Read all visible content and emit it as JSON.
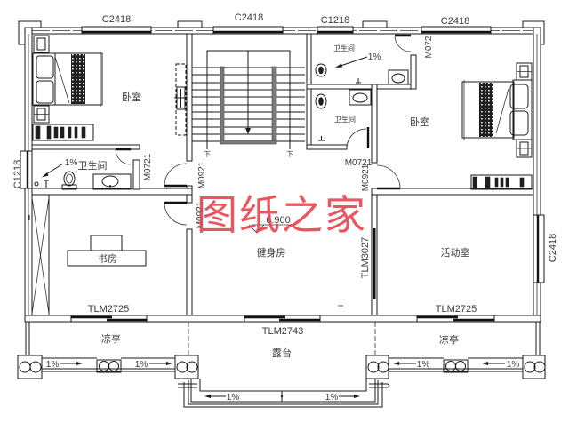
{
  "watermark": {
    "text": "图纸之家"
  },
  "windows": {
    "top_1": "C2418",
    "top_2": "C2418",
    "top_3": "C1218",
    "top_4": "C2418",
    "left": "C1218",
    "right": "C2418"
  },
  "doors": {
    "bath_left": "M0721",
    "bedroom_left": "M0921",
    "study": "M0921",
    "bath_upper": "M072",
    "bath_lower": "M0721",
    "bedroom_right": "M0921",
    "study_balcony": "TLM2725",
    "gym_terrace": "TLM2743",
    "activity_balcony": "TLM2725",
    "gym_activity": "TLM3027"
  },
  "rooms": {
    "bedroom_left": "卧室",
    "bath_left": "卫生间",
    "bath_upper": "卫生间",
    "bath_lower": "卫生间",
    "bedroom_right": "卧室",
    "study": "书房",
    "gym": "健身房",
    "activity": "活动室",
    "pavilion_left": "凉亭",
    "terrace": "露台",
    "pavilion_right": "凉亭"
  },
  "stair": {
    "down_left": "下",
    "down_right": "下"
  },
  "elevation": "6.900",
  "slopes": {
    "bath_left": "1%",
    "bath_upper": "1%",
    "pavilion_left_1": "1%",
    "pavilion_left_2": "1%",
    "terrace_left": "1%",
    "terrace_right": "1%",
    "pavilion_right_1": "1%",
    "pavilion_right_2": "1%"
  },
  "colors": {
    "line": "#1a1a1a",
    "handrail": "#7a7a7a",
    "watermark": "#e8434f",
    "background": "#ffffff"
  }
}
